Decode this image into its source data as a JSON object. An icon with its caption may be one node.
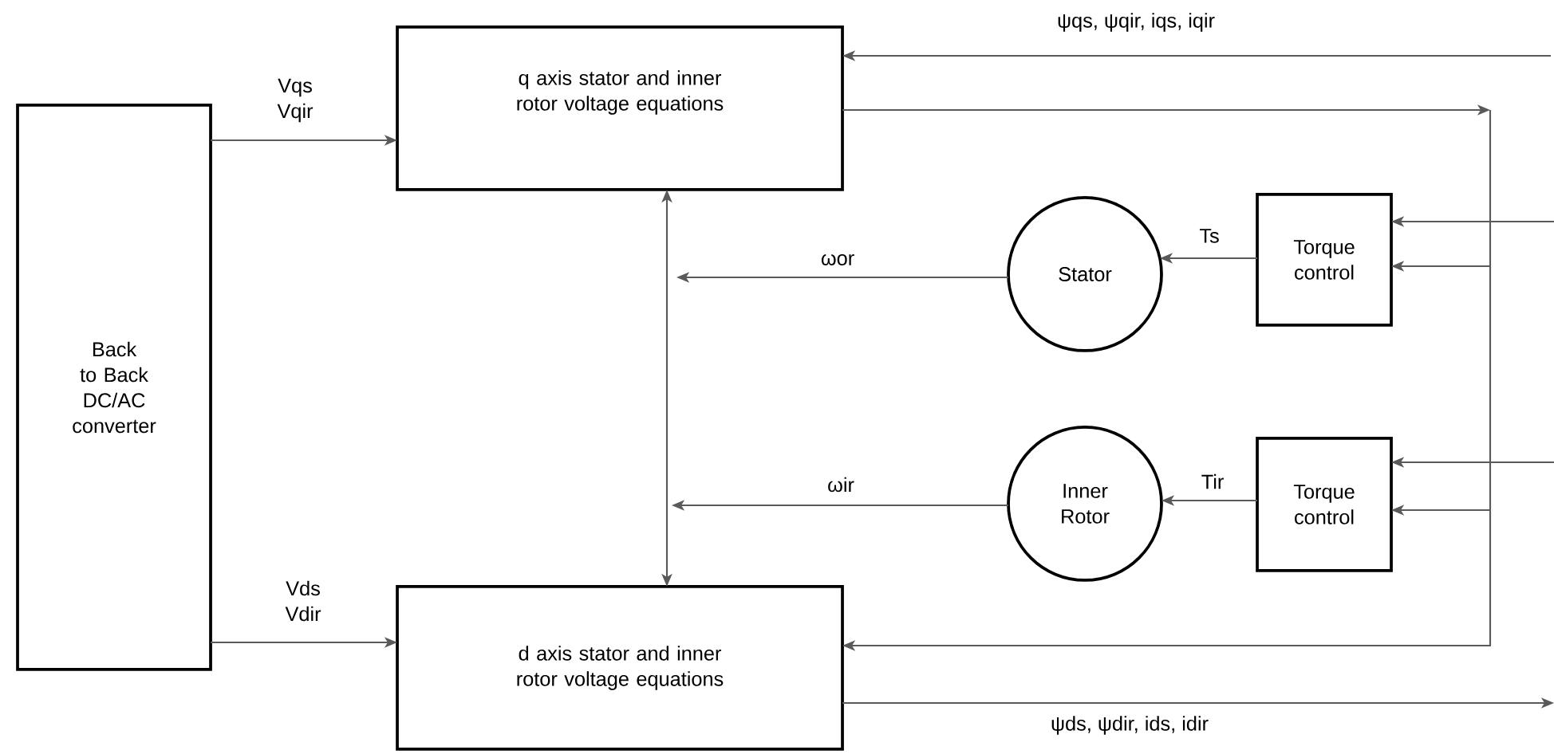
{
  "diagram": {
    "nodes": [
      {
        "text": [
          "Back to Back DC/AC converter"
        ]
      },
      {
        "text": [
          "q axis stator and inner rotor voltage equations"
        ]
      },
      {
        "text": [
          "d axis stator and inner rotor voltage equations"
        ]
      },
      {
        "text": [
          "Stator"
        ]
      },
      {
        "text": [
          "Torque control"
        ]
      },
      {
        "text": [
          "Inner Rotor"
        ]
      },
      {
        "text": [
          "Torque control"
        ]
      }
    ],
    "edges": [
      {
        "from": 0,
        "to": 1,
        "arrow": "to",
        "label": "Vqs Vqir"
      },
      {
        "from": 0,
        "to": 2,
        "arrow": "to",
        "label": "Vds Vdir"
      },
      {
        "from": null,
        "to": 1,
        "arrow": "to",
        "label": "ψqs, ψqir, iqs, iqir"
      },
      {
        "from": 1,
        "to": null,
        "arrow": "to"
      },
      {
        "from": null,
        "to": 2,
        "arrow": "to"
      },
      {
        "from": null,
        "to": 4,
        "arrow": "to"
      },
      {
        "from": null,
        "to": 4,
        "arrow": "to"
      },
      {
        "from": null,
        "to": 6,
        "arrow": "to"
      },
      {
        "from": null,
        "to": 6,
        "arrow": "to"
      },
      {
        "from": 2,
        "to": null,
        "arrow": "to",
        "label": "ψds, ψdir, ids, idir"
      },
      {
        "from": 4,
        "to": 3,
        "arrow": "to",
        "label": "Ts"
      },
      {
        "from": 6,
        "to": 5,
        "arrow": "to",
        "label": "Tir"
      },
      {
        "from": 3,
        "to": null,
        "arrow": "to",
        "label": "ωor"
      },
      {
        "from": 5,
        "to": null,
        "arrow": "to",
        "label": "ωir"
      },
      {
        "from": 1,
        "to": 2,
        "arrow": "both"
      }
    ]
  }
}
